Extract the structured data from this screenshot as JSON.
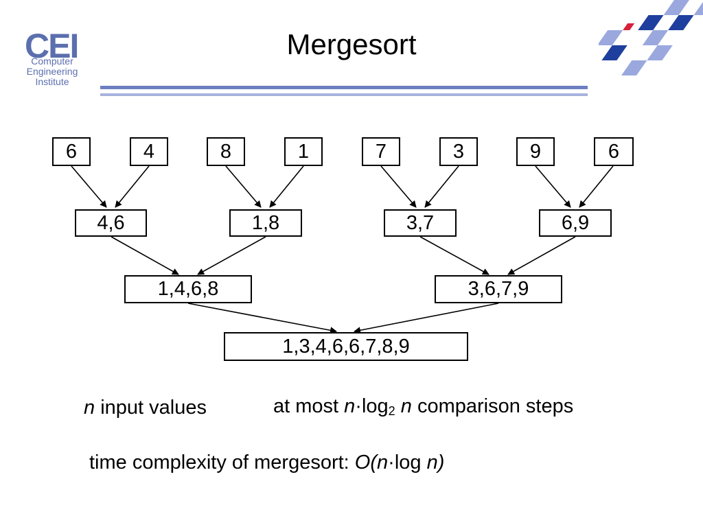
{
  "header": {
    "logo_mark": "CEI",
    "logo_lines": [
      "Computer",
      "Engineering",
      "Institute"
    ],
    "title": "Mergesort"
  },
  "diagram": {
    "level0": [
      "6",
      "4",
      "8",
      "1",
      "7",
      "3",
      "9",
      "6"
    ],
    "level1": [
      "4,6",
      "1,8",
      "3,7",
      "6,9"
    ],
    "level2": [
      "1,4,6,8",
      "3,6,7,9"
    ],
    "level3": [
      "1,3,4,6,6,7,8,9"
    ]
  },
  "notes": {
    "input_var": "n",
    "input_text": " input values",
    "steps_prefix": "at most ",
    "steps_var": "n",
    "dot": "·",
    "log_word": "log",
    "log_base": "2",
    "steps_var2": "n",
    "steps_suffix": " comparison steps",
    "complexity_prefix": "time complexity of mergesort: ",
    "complexity_a": "O(n",
    "complexity_dot": "·",
    "complexity_log": "log ",
    "complexity_b": "n)"
  },
  "colors": {
    "brand": "#5b6fae",
    "rule_dark": "#6d7fc0",
    "rule_light": "#a7b2dd",
    "deco_dark": "#1f3f9e",
    "deco_light": "#9aa8de",
    "deco_red": "#d8203a"
  }
}
